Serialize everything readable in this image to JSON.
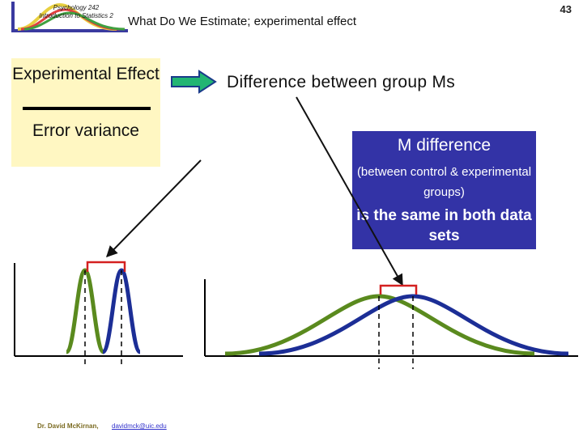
{
  "header": {
    "course_logo_text": "Psychology 242 Introduction to Statistics 2",
    "title": "What Do We Estimate; experimental effect",
    "slide_number": "43"
  },
  "formula": {
    "numerator": "Experimental Effect",
    "denominator": "Error variance"
  },
  "arrow_label": "Difference between group Ms",
  "callout": {
    "line1": "M difference",
    "line2": "(between control & experimental groups)",
    "line3": "is the same in both data sets"
  },
  "footer": {
    "author": "Dr. David McKirnan,",
    "email": "davidmck@uic.edu"
  },
  "colors": {
    "control_curve": "#5a8a1e",
    "experimental_curve": "#1c2e96",
    "bracket": "#d42020",
    "callout_bg": "#3333a6",
    "formula_bg": "#fff7c2",
    "arrow_fill": "#22b573"
  },
  "figures": {
    "left_plot": "narrow distributions — small error variance",
    "right_plot": "wide distributions — large error variance"
  }
}
